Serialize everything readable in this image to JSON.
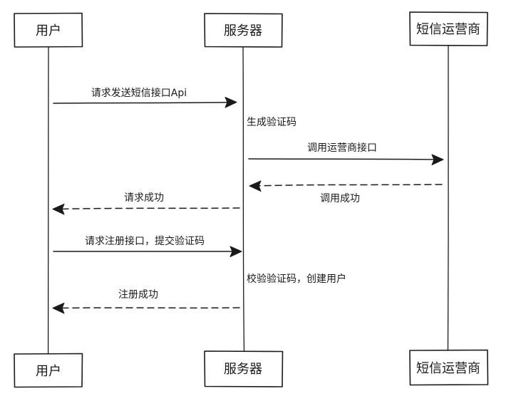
{
  "participants": [
    {
      "id": "user",
      "label": "用户"
    },
    {
      "id": "server",
      "label": "服务器"
    },
    {
      "id": "sms",
      "label": "短信运营商"
    }
  ],
  "messages": [
    {
      "from": "user",
      "to": "server",
      "label": "请求发送短信接口Api",
      "style": "solid"
    },
    {
      "from": "server",
      "to": "sms",
      "label": "调用运营商接口",
      "style": "solid"
    },
    {
      "from": "sms",
      "to": "server",
      "label": "调用成功",
      "style": "dashed"
    },
    {
      "from": "server",
      "to": "user",
      "label": "请求成功",
      "style": "dashed"
    },
    {
      "from": "user",
      "to": "server",
      "label": "请求注册接口，提交验证码",
      "style": "solid"
    },
    {
      "from": "server",
      "to": "user",
      "label": "注册成功",
      "style": "dashed"
    }
  ],
  "notes": [
    {
      "participant": "server",
      "label": "生成验证码"
    },
    {
      "participant": "server",
      "label": "校验验证码，创建用户"
    }
  ]
}
